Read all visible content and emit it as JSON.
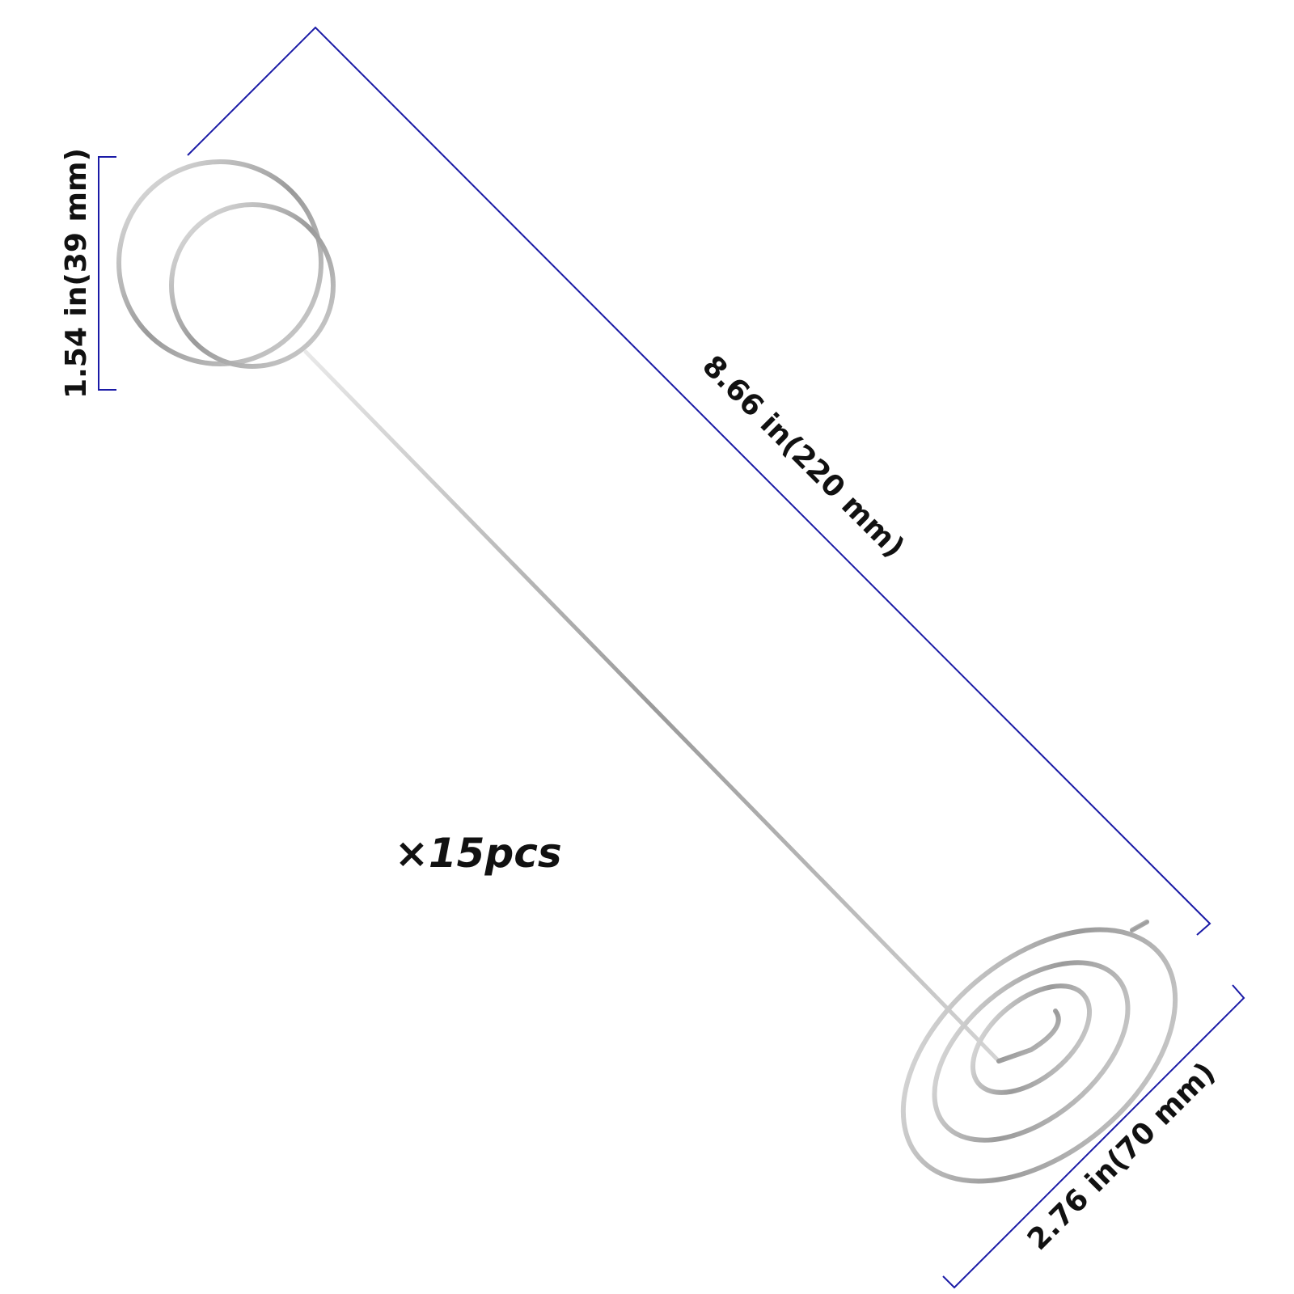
{
  "labels": {
    "ring_height": "1.54 in(39 mm)",
    "total_length": "8.66 in(220 mm)",
    "base_diameter": "2.76 in(70 mm)",
    "quantity": "×15pcs"
  },
  "colors": {
    "dimension_line": "#1a1aa6",
    "metal": "#b8b8b8",
    "text": "#111111",
    "background": "#ffffff"
  }
}
